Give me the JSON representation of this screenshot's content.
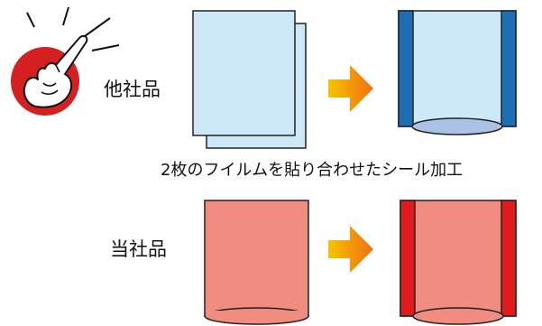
{
  "labels": {
    "other_product": "他社品",
    "our_product": "当社品",
    "caption": "2枚のフイルムを貼り合わせたシール加工"
  },
  "icons": {
    "pointer": "pointing-hand-icon",
    "arrow": "arrow-right-icon"
  },
  "colors": {
    "film_blue": "#cde9f8",
    "seam_blue": "#1d6fb5",
    "film_red": "#f08c80",
    "seam_red": "#e01b1b",
    "badge_red": "#d42020",
    "arrow_start": "#f5c400",
    "arrow_end": "#f07010"
  }
}
